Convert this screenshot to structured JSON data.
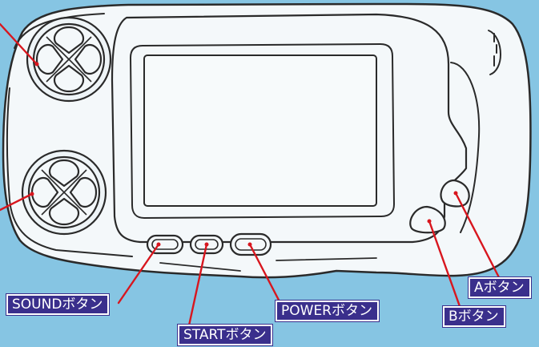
{
  "colors": {
    "background": "#86c5e3",
    "device_body": "#f4f8fa",
    "device_outline": "#2a2a2a",
    "label_bg": "#3a2f8c",
    "label_text": "#ffffff",
    "leader_line": "#d8161e"
  },
  "labels": {
    "sound_button": "SOUNDボタン",
    "start_button": "STARTボタン",
    "power_button": "POWERボタン",
    "a_button": "Aボタン",
    "b_button": "Bボタン"
  },
  "icons": {
    "upper_dpad": "x-pad-icon",
    "lower_dpad": "y-pad-icon"
  }
}
